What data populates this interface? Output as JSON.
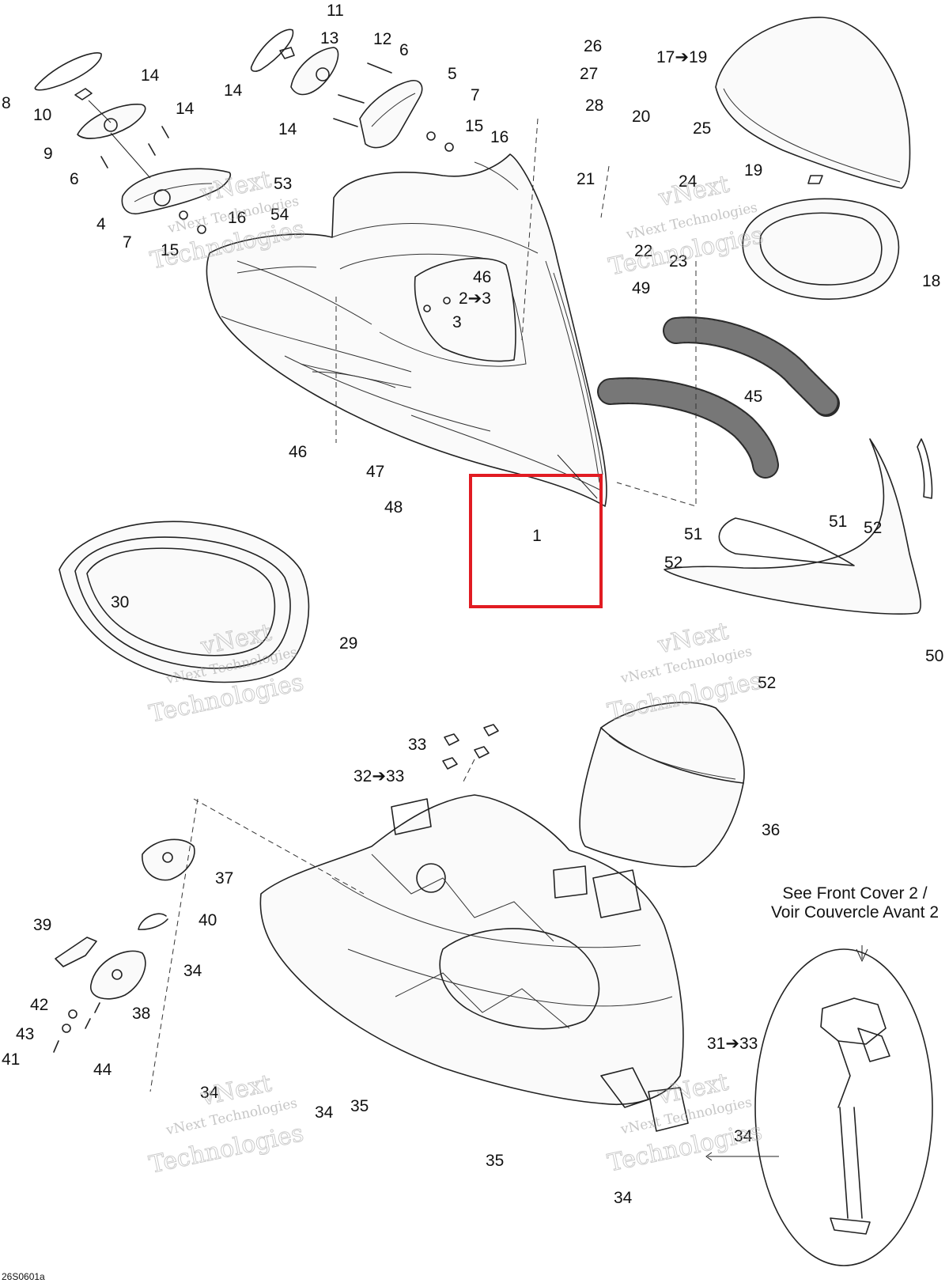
{
  "diagram_id": "26S0601a",
  "highlight_color": "#e11b22",
  "reference_note": {
    "line1": "See Front Cover 2 /",
    "line2": "Voir Couvercle Avant 2"
  },
  "watermark": {
    "line1": "vNext Technologies",
    "line2": "Technologies",
    "line3": "vNext"
  },
  "callouts": {
    "c1": "1",
    "c2_3": "2➔3",
    "c3": "3",
    "c4": "4",
    "c5": "5",
    "c6a": "6",
    "c6b": "6",
    "c7a": "7",
    "c7b": "7",
    "c8": "8",
    "c9": "9",
    "c10": "10",
    "c11": "11",
    "c12": "12",
    "c13": "13",
    "c14a": "14",
    "c14b": "14",
    "c14c": "14",
    "c14d": "14",
    "c15a": "15",
    "c15b": "15",
    "c16a": "16",
    "c16b": "16",
    "c17_19": "17➔19",
    "c18": "18",
    "c19": "19",
    "c20": "20",
    "c21": "21",
    "c22": "22",
    "c23": "23",
    "c24": "24",
    "c25": "25",
    "c26": "26",
    "c27": "27",
    "c28": "28",
    "c29": "29",
    "c30": "30",
    "c31_33": "31➔33",
    "c32_33": "32➔33",
    "c33": "33",
    "c34a": "34",
    "c34b": "34",
    "c34c": "34",
    "c34d": "34",
    "c34e": "34",
    "c35a": "35",
    "c35b": "35",
    "c36": "36",
    "c37": "37",
    "c38": "38",
    "c39": "39",
    "c40": "40",
    "c41": "41",
    "c42": "42",
    "c43": "43",
    "c44": "44",
    "c45": "45",
    "c46a": "46",
    "c46b": "46",
    "c47": "47",
    "c48": "48",
    "c49": "49",
    "c50": "50",
    "c51a": "51",
    "c51b": "51",
    "c52a": "52",
    "c52b": "52",
    "c52c": "52",
    "c53": "53",
    "c54": "54"
  }
}
